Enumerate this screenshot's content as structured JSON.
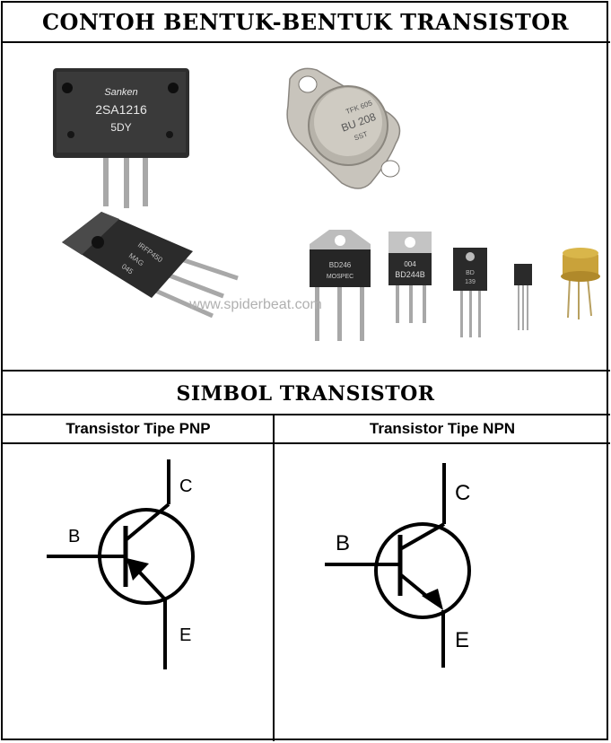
{
  "header": {
    "title": "CONTOH BENTUK-BENTUK TRANSISTOR"
  },
  "photos": {
    "sanken": {
      "brand": "Sanken",
      "part": "2SA1216",
      "code": "5DY"
    },
    "metal_can": {
      "line1": "TFK 605",
      "part": "BU 208",
      "line3": "SST"
    },
    "to247": {
      "line1": "IRFP450",
      "line2": "MAG",
      "line3": "045"
    },
    "to218": {
      "line1": "BD246",
      "line2": "MOSPEC"
    },
    "bd244": {
      "line1": "004",
      "part": "BD244B"
    },
    "small": {
      "line1": "BD",
      "line2": "139"
    },
    "watermark": "www.spiderbeat.com"
  },
  "symbols": {
    "title": "SIMBOL TRANSISTOR",
    "pnp": {
      "heading": "Transistor Tipe  PNP",
      "C": "C",
      "B": "B",
      "E": "E"
    },
    "npn": {
      "heading": "Transistor Tipe  NPN",
      "C": "C",
      "B": "B",
      "E": "E"
    }
  },
  "colors": {
    "line": "#000000",
    "metal": "#b8b4ac",
    "dark_plastic": "#2a2a2a",
    "gold": "#c9a23a"
  }
}
